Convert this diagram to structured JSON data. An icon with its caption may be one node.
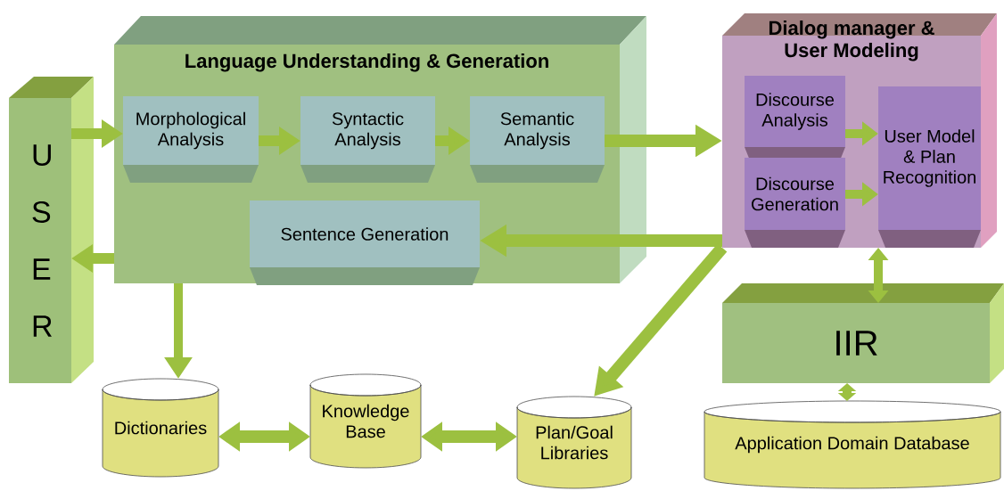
{
  "diagram": {
    "nodes": [
      {
        "text": [
          "U S E R"
        ]
      },
      {
        "text": [
          "Language Understanding & Generation"
        ]
      },
      {
        "text": [
          "Morphological Analysis"
        ],
        "in": 1
      },
      {
        "text": [
          "Syntactic Analysis"
        ],
        "in": 1
      },
      {
        "text": [
          "Semantic Analysis"
        ],
        "in": 1
      },
      {
        "text": [
          "Sentence Generation"
        ],
        "in": 1
      },
      {
        "text": [
          "Dialog manager & User Modeling"
        ]
      },
      {
        "text": [
          "Discourse Analysis"
        ],
        "in": 6
      },
      {
        "text": [
          "Discourse Generation"
        ],
        "in": 6
      },
      {
        "text": [
          "User Model & Plan Recognition"
        ],
        "in": 6
      },
      {
        "text": [
          "IIR"
        ]
      },
      {
        "text": [
          "Dictionaries"
        ]
      },
      {
        "text": [
          "Knowledge Base"
        ]
      },
      {
        "text": [
          "Plan/Goal Libraries"
        ]
      },
      {
        "text": [
          "Application Domain Database"
        ]
      }
    ],
    "edges": [
      {
        "from": 0,
        "to": 2,
        "arrow": "to"
      },
      {
        "from": 2,
        "to": 3,
        "arrow": "to"
      },
      {
        "from": 3,
        "to": 4,
        "arrow": "to"
      },
      {
        "from": 4,
        "to": 6,
        "arrow": "to"
      },
      {
        "from": 6,
        "to": 5,
        "arrow": "to"
      },
      {
        "from": 1,
        "to": 0,
        "arrow": "to"
      },
      {
        "from": 1,
        "to": 11,
        "arrow": "to"
      },
      {
        "from": 11,
        "to": 12,
        "arrow": "both"
      },
      {
        "from": 12,
        "to": 13,
        "arrow": "both"
      },
      {
        "from": 6,
        "to": 13,
        "arrow": "to"
      },
      {
        "from": 7,
        "to": 9,
        "arrow": "to"
      },
      {
        "from": 8,
        "to": 9,
        "arrow": "to"
      },
      {
        "from": 6,
        "to": 10,
        "arrow": "both"
      },
      {
        "from": 10,
        "to": 14,
        "arrow": "both"
      }
    ]
  }
}
